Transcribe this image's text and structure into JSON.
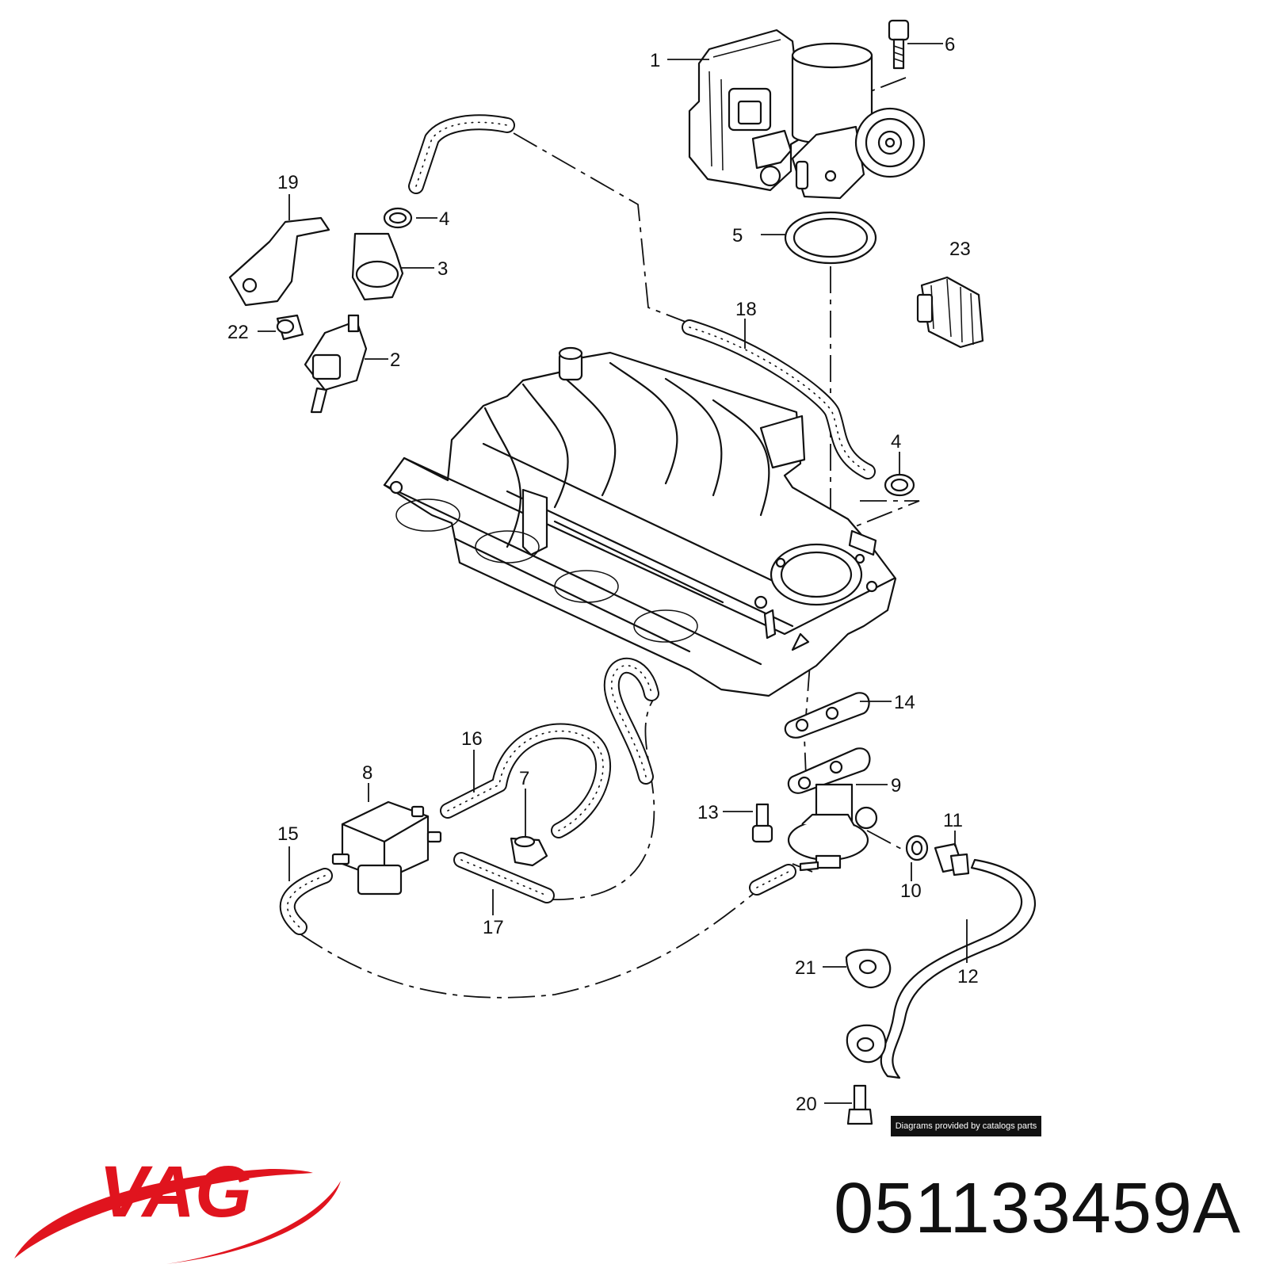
{
  "brand": {
    "name": "VAG",
    "color": "#e0141e"
  },
  "part_number": "051133459A",
  "credit": "Diagrams provided by catalogs parts",
  "callouts": [
    {
      "id": "1",
      "text": "1"
    },
    {
      "id": "2",
      "text": "2"
    },
    {
      "id": "3",
      "text": "3"
    },
    {
      "id": "4a",
      "text": "4"
    },
    {
      "id": "4b",
      "text": "4"
    },
    {
      "id": "5",
      "text": "5"
    },
    {
      "id": "6",
      "text": "6"
    },
    {
      "id": "7",
      "text": "7"
    },
    {
      "id": "8",
      "text": "8"
    },
    {
      "id": "9",
      "text": "9"
    },
    {
      "id": "10",
      "text": "10"
    },
    {
      "id": "11",
      "text": "11"
    },
    {
      "id": "12",
      "text": "12"
    },
    {
      "id": "13",
      "text": "13"
    },
    {
      "id": "14",
      "text": "14"
    },
    {
      "id": "15",
      "text": "15"
    },
    {
      "id": "16",
      "text": "16"
    },
    {
      "id": "17",
      "text": "17"
    },
    {
      "id": "18",
      "text": "18"
    },
    {
      "id": "19",
      "text": "19"
    },
    {
      "id": "20",
      "text": "20"
    },
    {
      "id": "21",
      "text": "21"
    },
    {
      "id": "22",
      "text": "22"
    },
    {
      "id": "23",
      "text": "23"
    }
  ]
}
